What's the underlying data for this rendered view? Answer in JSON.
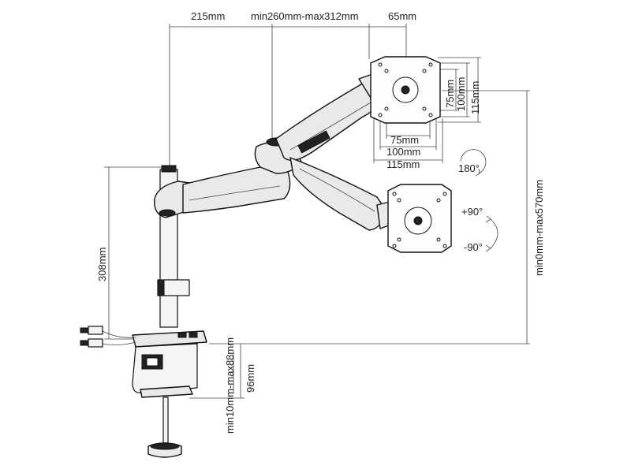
{
  "dimensions": {
    "top_pole_to_arm": "215mm",
    "top_arm_length": "min260mm-max312mm",
    "top_head_offset": "65mm",
    "vesa_h_75": "75mm",
    "vesa_h_100": "100mm",
    "vesa_h_115": "115mm",
    "vesa_v_75": "75mm",
    "vesa_v_100": "100mm",
    "vesa_v_115": "115mm",
    "pole_height": "308mm",
    "height_range": "min0mm-max570mm",
    "clamp_height": "96mm",
    "clamp_range": "min10mm-max88mm"
  },
  "rotation": {
    "swivel": "180°",
    "tilt_up": "+90°",
    "tilt_down": "-90°"
  }
}
